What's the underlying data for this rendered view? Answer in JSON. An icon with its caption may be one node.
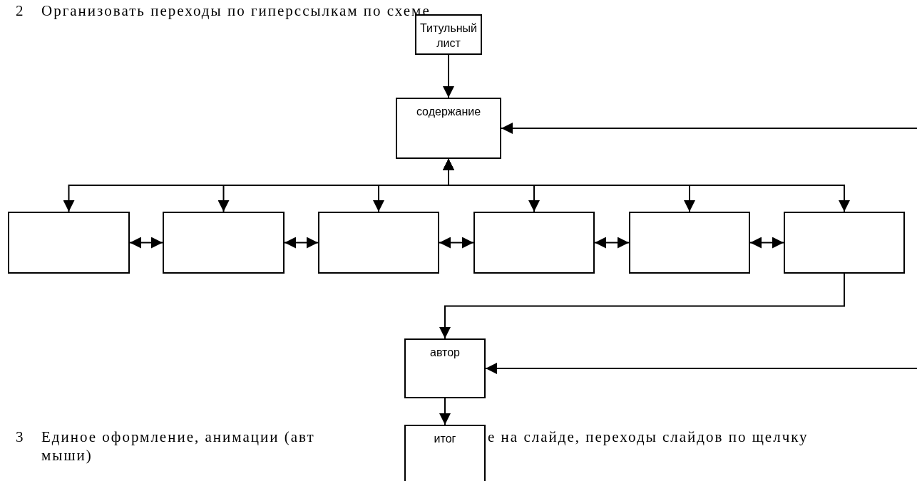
{
  "diagram": {
    "nodes": [
      {
        "text": [
          "Титульный лист"
        ]
      },
      {
        "text": [
          "содержание"
        ]
      },
      {
        "text": [],
        "shape": "box"
      },
      {
        "text": [],
        "shape": "box"
      },
      {
        "text": [],
        "shape": "box"
      },
      {
        "text": [],
        "shape": "box"
      },
      {
        "text": [],
        "shape": "box"
      },
      {
        "text": [],
        "shape": "box"
      },
      {
        "text": [
          "автор"
        ]
      },
      {
        "text": [
          "итог"
        ]
      }
    ],
    "edges": [
      {
        "from": 0,
        "to": 1,
        "arrow": "to"
      },
      {
        "from": null,
        "to": 1,
        "arrow": "to"
      },
      {
        "from": 1,
        "to": 2,
        "arrow": "both"
      },
      {
        "from": 1,
        "to": 3,
        "arrow": "both"
      },
      {
        "from": 1,
        "to": 4,
        "arrow": "both"
      },
      {
        "from": 1,
        "to": 5,
        "arrow": "both"
      },
      {
        "from": 1,
        "to": 6,
        "arrow": "both"
      },
      {
        "from": 1,
        "to": 7,
        "arrow": "both"
      },
      {
        "from": 2,
        "to": 3,
        "arrow": "both"
      },
      {
        "from": 3,
        "to": 4,
        "arrow": "both"
      },
      {
        "from": 4,
        "to": 5,
        "arrow": "both"
      },
      {
        "from": 5,
        "to": 6,
        "arrow": "both"
      },
      {
        "from": 6,
        "to": 7,
        "arrow": "both"
      },
      {
        "from": 7,
        "to": 8,
        "arrow": "to"
      },
      {
        "from": null,
        "to": 8,
        "arrow": "to"
      },
      {
        "from": 8,
        "to": 9,
        "arrow": "to"
      }
    ],
    "labels": [
      "2",
      "Организовать переходы по гиперссылкам по схеме",
      "3",
      "Единое оформление, анимации (авт",
      "е на слайде, переходы слайдов по щелчку",
      "мыши)"
    ]
  }
}
